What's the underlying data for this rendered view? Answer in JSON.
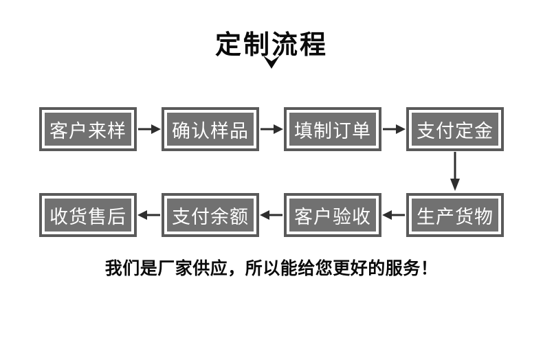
{
  "title": "定制流程",
  "title_pointer_icon": "chevron-down-icon",
  "flow": {
    "row1": {
      "direction": "left-to-right",
      "connector_icon": "arrow-right-icon",
      "steps": [
        {
          "label": "客户来样"
        },
        {
          "label": "确认样品"
        },
        {
          "label": "填制订单"
        },
        {
          "label": "支付定金"
        }
      ]
    },
    "row_link_icon": "arrow-down-icon",
    "row2": {
      "direction": "right-to-left",
      "connector_icon": "arrow-left-icon",
      "steps": [
        {
          "label": "收货售后"
        },
        {
          "label": "支付余额"
        },
        {
          "label": "客户验收"
        },
        {
          "label": "生产货物"
        }
      ]
    }
  },
  "footer": "我们是厂家供应，所以能给您更好的服务！",
  "colors": {
    "background": "#ffffff",
    "box_fill": "#717171",
    "box_border": "#5a5a5a",
    "box_text": "#ffffff",
    "arrow": "#2e2e2e",
    "heading_text": "#0a0a0a"
  }
}
